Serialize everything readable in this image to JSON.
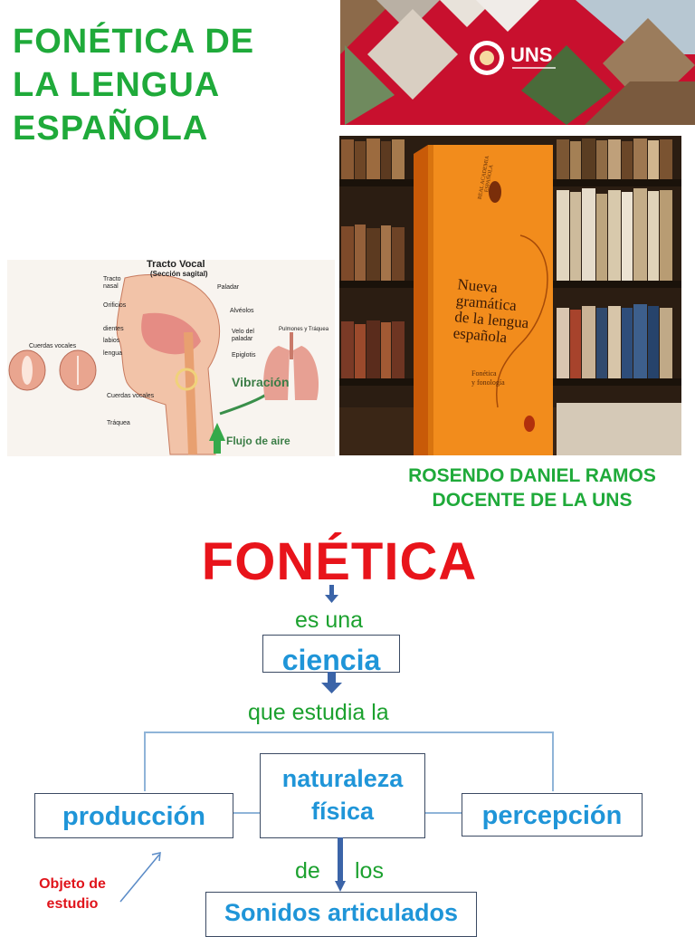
{
  "cover": {
    "title_lines": [
      "FONÉTICA DE",
      "LA LENGUA",
      "ESPAÑOLA"
    ],
    "author": "ROSENDO DANIEL RAMOS",
    "role": "DOCENTE  DE LA UNS"
  },
  "banner": {
    "logo_text": "UNS"
  },
  "book": {
    "publisher_line": "REAL ACADEMIA ESPAÑOLA",
    "title_lines": [
      "Nueva",
      "gramática",
      "de la lengua",
      "española"
    ],
    "subtitle_lines": [
      "Fonética",
      "y fonología"
    ]
  },
  "vocal_tract": {
    "title": "Tracto Vocal",
    "subtitle": "(Sección sagital)",
    "labels": {
      "tracto_nasal": "Tracto nasal",
      "orificios": "Orificios",
      "dientes": "dientes",
      "labios": "labios",
      "lengua": "lengua",
      "paladar": "Paladar",
      "alveolos": "Alvéolos",
      "velo": "Velo del paladar",
      "epiglotis": "Epiglotis",
      "cuerdas_vocales": "Cuerdas vocales",
      "traquea": "Tráquea",
      "pulmones": "Pulmones y Tráquea",
      "cuerdas_left": "Cuerdas vocales",
      "vibracion": "Vibración",
      "flujo": "Flujo de aire"
    }
  },
  "diagram": {
    "heading": "FONÉTICA",
    "es_una": "es  una",
    "ciencia": "ciencia",
    "que_estudia": "que    estudia la",
    "produccion": "producción",
    "naturaleza": "naturaleza",
    "fisica": "física",
    "percepcion": "percepción",
    "de": "de",
    "los": "los",
    "sonidos": "Sonidos articulados",
    "objeto_line1": "Objeto de",
    "objeto_line2": "estudio"
  }
}
